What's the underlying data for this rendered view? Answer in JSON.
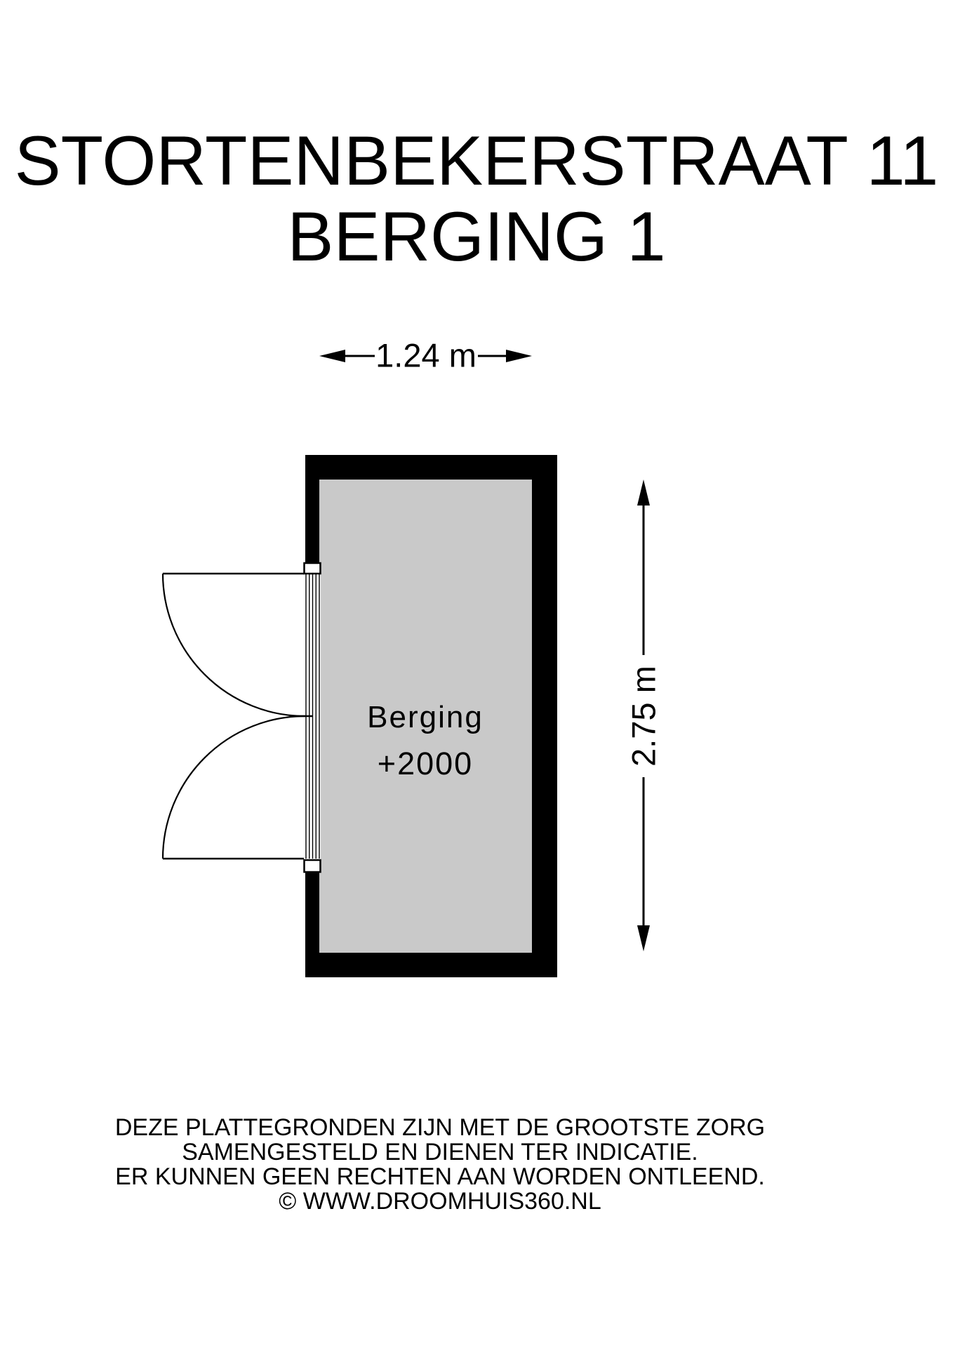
{
  "title": {
    "line1": "STORTENBEKERSTRAAT 11",
    "line2": "BERGING 1"
  },
  "floor_plan": {
    "room": {
      "name": "Berging",
      "level": "+2000"
    },
    "dimensions": {
      "width": "1.24 m",
      "height": "2.75 m"
    },
    "colors": {
      "wall": "#000000",
      "floor": "#C9C9C9",
      "background": "#FFFFFF",
      "line": "#000000"
    }
  },
  "footer": {
    "lines": [
      "DEZE PLATTEGRONDEN ZIJN MET DE GROOTSTE ZORG",
      "SAMENGESTELD EN DIENEN TER INDICATIE.",
      "ER KUNNEN GEEN RECHTEN AAN WORDEN ONTLEEND.",
      "© WWW.DROOMHUIS360.NL"
    ]
  }
}
